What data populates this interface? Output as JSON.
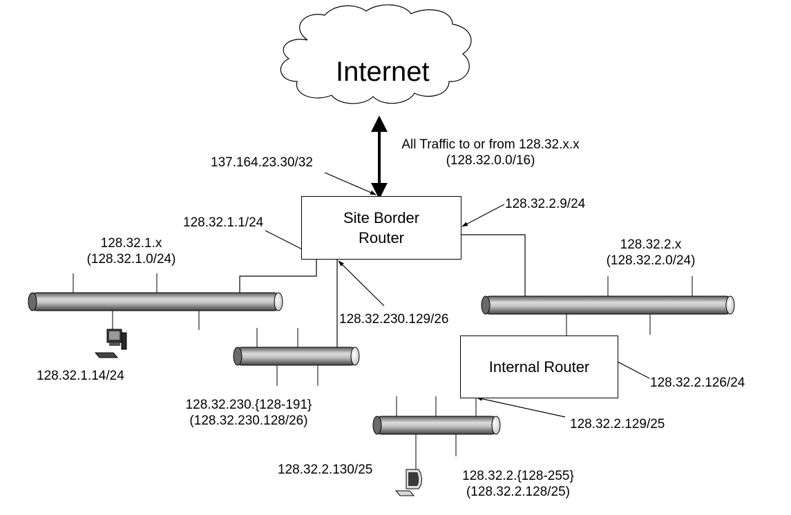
{
  "cloud": {
    "label": "Internet"
  },
  "uplink": {
    "line1": "All Traffic to or from 128.32.x.x",
    "line2": "(128.32.0.0/16)"
  },
  "site_router": {
    "line1": "Site Border",
    "line2": "Router"
  },
  "internal_router": {
    "label": "Internal Router"
  },
  "interfaces": {
    "wan": "137.164.23.30/32",
    "lan1": "128.32.1.1/24",
    "lan2": "128.32.2.9/24",
    "lan230": "128.32.230.129/26",
    "internal_up": "128.32.2.126/24",
    "internal_down": "128.32.2.129/25"
  },
  "segments": {
    "net1": {
      "line1": "128.32.1.x",
      "line2": "(128.32.1.0/24)"
    },
    "net2": {
      "line1": "128.32.2.x",
      "line2": "(128.32.2.0/24)"
    },
    "net230": {
      "line1": "128.32.230.{128-191}",
      "line2": "(128.32.230.128/26)"
    },
    "net2b": {
      "line1": "128.32.2.{128-255}",
      "line2": "(128.32.2.128/25)"
    }
  },
  "hosts": {
    "host1": {
      "label": "128.32.1.14/24",
      "icon": "desktop-computer-icon"
    },
    "host2": {
      "label": "128.32.2.130/25",
      "icon": "desktop-computer-icon"
    }
  }
}
